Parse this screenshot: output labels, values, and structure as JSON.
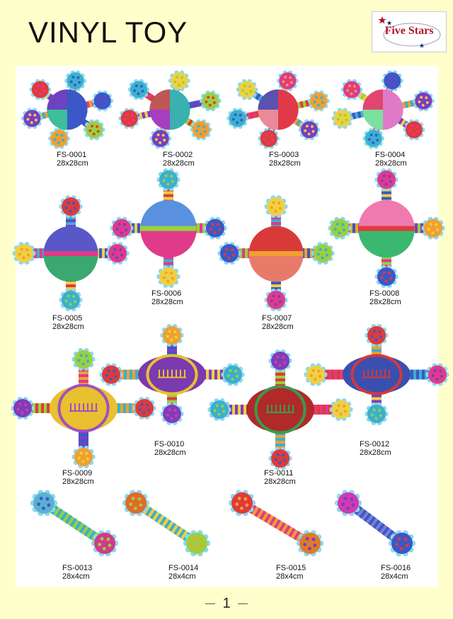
{
  "header": {
    "title": "VINYL TOY",
    "logo_text": "Five Stars"
  },
  "products": [
    {
      "code": "FS-0001",
      "size": "28x28cm",
      "shape": "octo",
      "ball": "#3a58c8",
      "ball2": "#3cbf9a",
      "accent": "#7a3ec0"
    },
    {
      "code": "FS-0002",
      "size": "28x28cm",
      "shape": "octo",
      "ball": "#3ab0b0",
      "ball2": "#a63ec0",
      "accent": "#e04040"
    },
    {
      "code": "FS-0003",
      "size": "28x28cm",
      "shape": "octo",
      "ball": "#e03a4a",
      "ball2": "#e88a9a",
      "accent": "#3a58c8"
    },
    {
      "code": "FS-0004",
      "size": "28x28cm",
      "shape": "octo",
      "ball": "#e07ac8",
      "ball2": "#7ae0a0",
      "accent": "#e03a5a"
    },
    {
      "code": "FS-0005",
      "size": "28x28cm",
      "shape": "cross",
      "ball": "#5a58c8",
      "ball2": "#3aa870",
      "accent": "#e03a8a"
    },
    {
      "code": "FS-0006",
      "size": "28x28cm",
      "shape": "cross",
      "ball": "#5a90e0",
      "ball2": "#e03a8a",
      "accent": "#9ad040"
    },
    {
      "code": "FS-0007",
      "size": "28x28cm",
      "shape": "cross",
      "ball": "#d83a3a",
      "ball2": "#e87a6a",
      "accent": "#f0a030"
    },
    {
      "code": "FS-0008",
      "size": "28x28cm",
      "shape": "cross",
      "ball": "#f07ab0",
      "ball2": "#3ab870",
      "accent": "#e03a3a"
    },
    {
      "code": "FS-0009",
      "size": "28x28cm",
      "shape": "football",
      "ball": "#e8c030",
      "ball2": "#a050c0",
      "accent": "#3a58c8"
    },
    {
      "code": "FS-0010",
      "size": "28x28cm",
      "shape": "football",
      "ball": "#7a3ab0",
      "ball2": "#e8c030",
      "accent": "#e03a3a"
    },
    {
      "code": "FS-0011",
      "size": "28x28cm",
      "shape": "football",
      "ball": "#b02a2a",
      "ball2": "#3a9a50",
      "accent": "#f0d040"
    },
    {
      "code": "FS-0012",
      "size": "28x28cm",
      "shape": "football",
      "ball": "#3a50b0",
      "ball2": "#d03a3a",
      "accent": "#f0a030"
    },
    {
      "code": "FS-0013",
      "size": "28x4cm",
      "shape": "dumbbell",
      "ball": "#5ab0d0",
      "ball2": "#d03a8a",
      "accent": "#9ad040"
    },
    {
      "code": "FS-0014",
      "size": "28x4cm",
      "shape": "dumbbell",
      "ball": "#e06a2a",
      "ball2": "#9ad040",
      "accent": "#3ab0d0"
    },
    {
      "code": "FS-0015",
      "size": "28x4cm",
      "shape": "dumbbell",
      "ball": "#e03a3a",
      "ball2": "#e07a2a",
      "accent": "#f0a030"
    },
    {
      "code": "FS-0016",
      "size": "28x4cm",
      "shape": "dumbbell",
      "ball": "#d03ab0",
      "ball2": "#3a58c8",
      "accent": "#7a80d0"
    }
  ],
  "footer": {
    "page_number": "1"
  }
}
